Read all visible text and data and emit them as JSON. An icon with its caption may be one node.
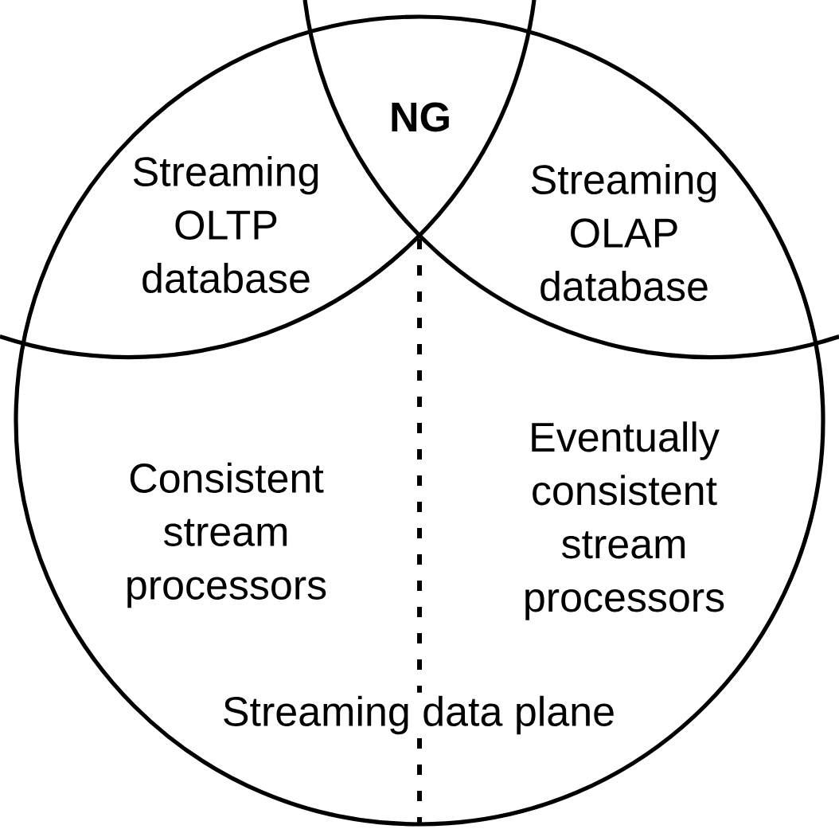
{
  "diagram": {
    "nodes": [
      {
        "text": [
          "Streaming OLTP database"
        ]
      },
      {
        "text": [
          "Streaming OLAP database"
        ]
      },
      {
        "text": [
          "Consistent stream processors",
          "Eventually consistent stream processors",
          "Streaming data plane"
        ]
      }
    ],
    "labels": [
      "NG"
    ]
  }
}
